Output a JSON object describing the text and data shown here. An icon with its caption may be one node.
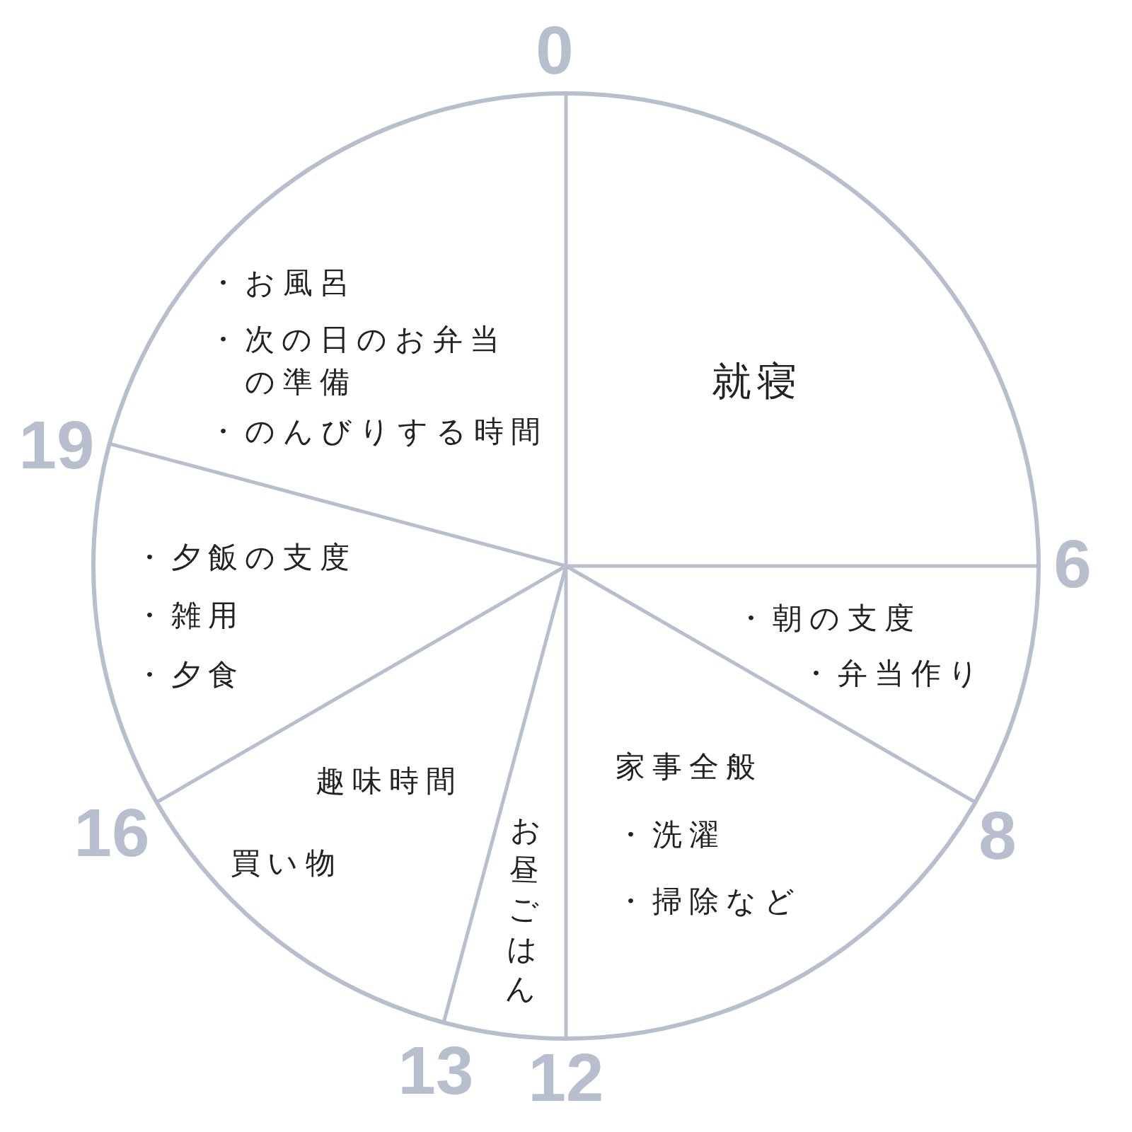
{
  "diagram": {
    "nodes": [
      {
        "text": [
          "就寝"
        ]
      },
      {
        "text": [
          "・朝の支度",
          "・弁当作り"
        ]
      },
      {
        "text": [
          "家事全般",
          "・洗濯",
          "・掃除など"
        ]
      },
      {
        "text": [
          "お昼ごはん"
        ]
      },
      {
        "text": [
          "趣味時間",
          "買い物"
        ]
      },
      {
        "text": [
          "・夕飯の支度",
          "・雑用",
          "・夕食"
        ]
      },
      {
        "text": [
          "・お風呂",
          "・次の日のお弁当の準備",
          "・のんびりする時間"
        ]
      }
    ],
    "labels": [
      "0",
      "6",
      "8",
      "12",
      "13",
      "16",
      "19"
    ]
  }
}
